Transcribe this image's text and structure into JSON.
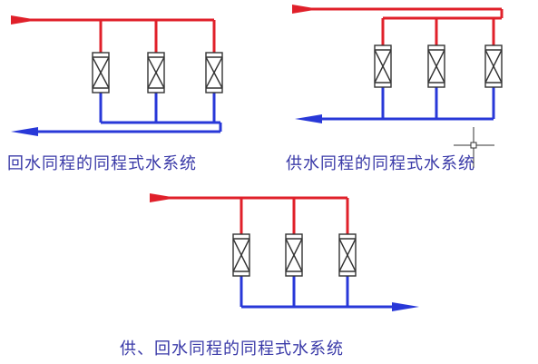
{
  "colors": {
    "supply": "#e0202a",
    "return": "#2838d8",
    "device_stroke": "#333333",
    "crosshair": "#333333",
    "caption": "#3a3aa8"
  },
  "diagrams": [
    {
      "id": "return-same-path",
      "caption": "回水同程的同程式水系统",
      "unit_count": 3
    },
    {
      "id": "supply-same-path",
      "caption": "供水同程的同程式水系统",
      "unit_count": 3
    },
    {
      "id": "supply-return-same-path",
      "caption": "供、回水同程的同程式水系统",
      "unit_count": 3
    }
  ],
  "icons": {
    "cursor": "crosshair-cursor-icon"
  }
}
